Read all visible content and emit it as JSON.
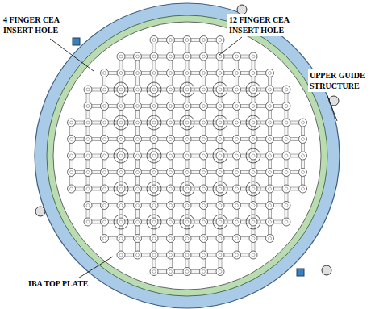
{
  "diagram": {
    "labels": [
      "4 FINGER CEA INSERT HOLE",
      "12 FINGER CEA INSERT HOLE",
      "UPPER GUIDE STRUCTURE",
      "IBA TOP PLATE"
    ]
  }
}
